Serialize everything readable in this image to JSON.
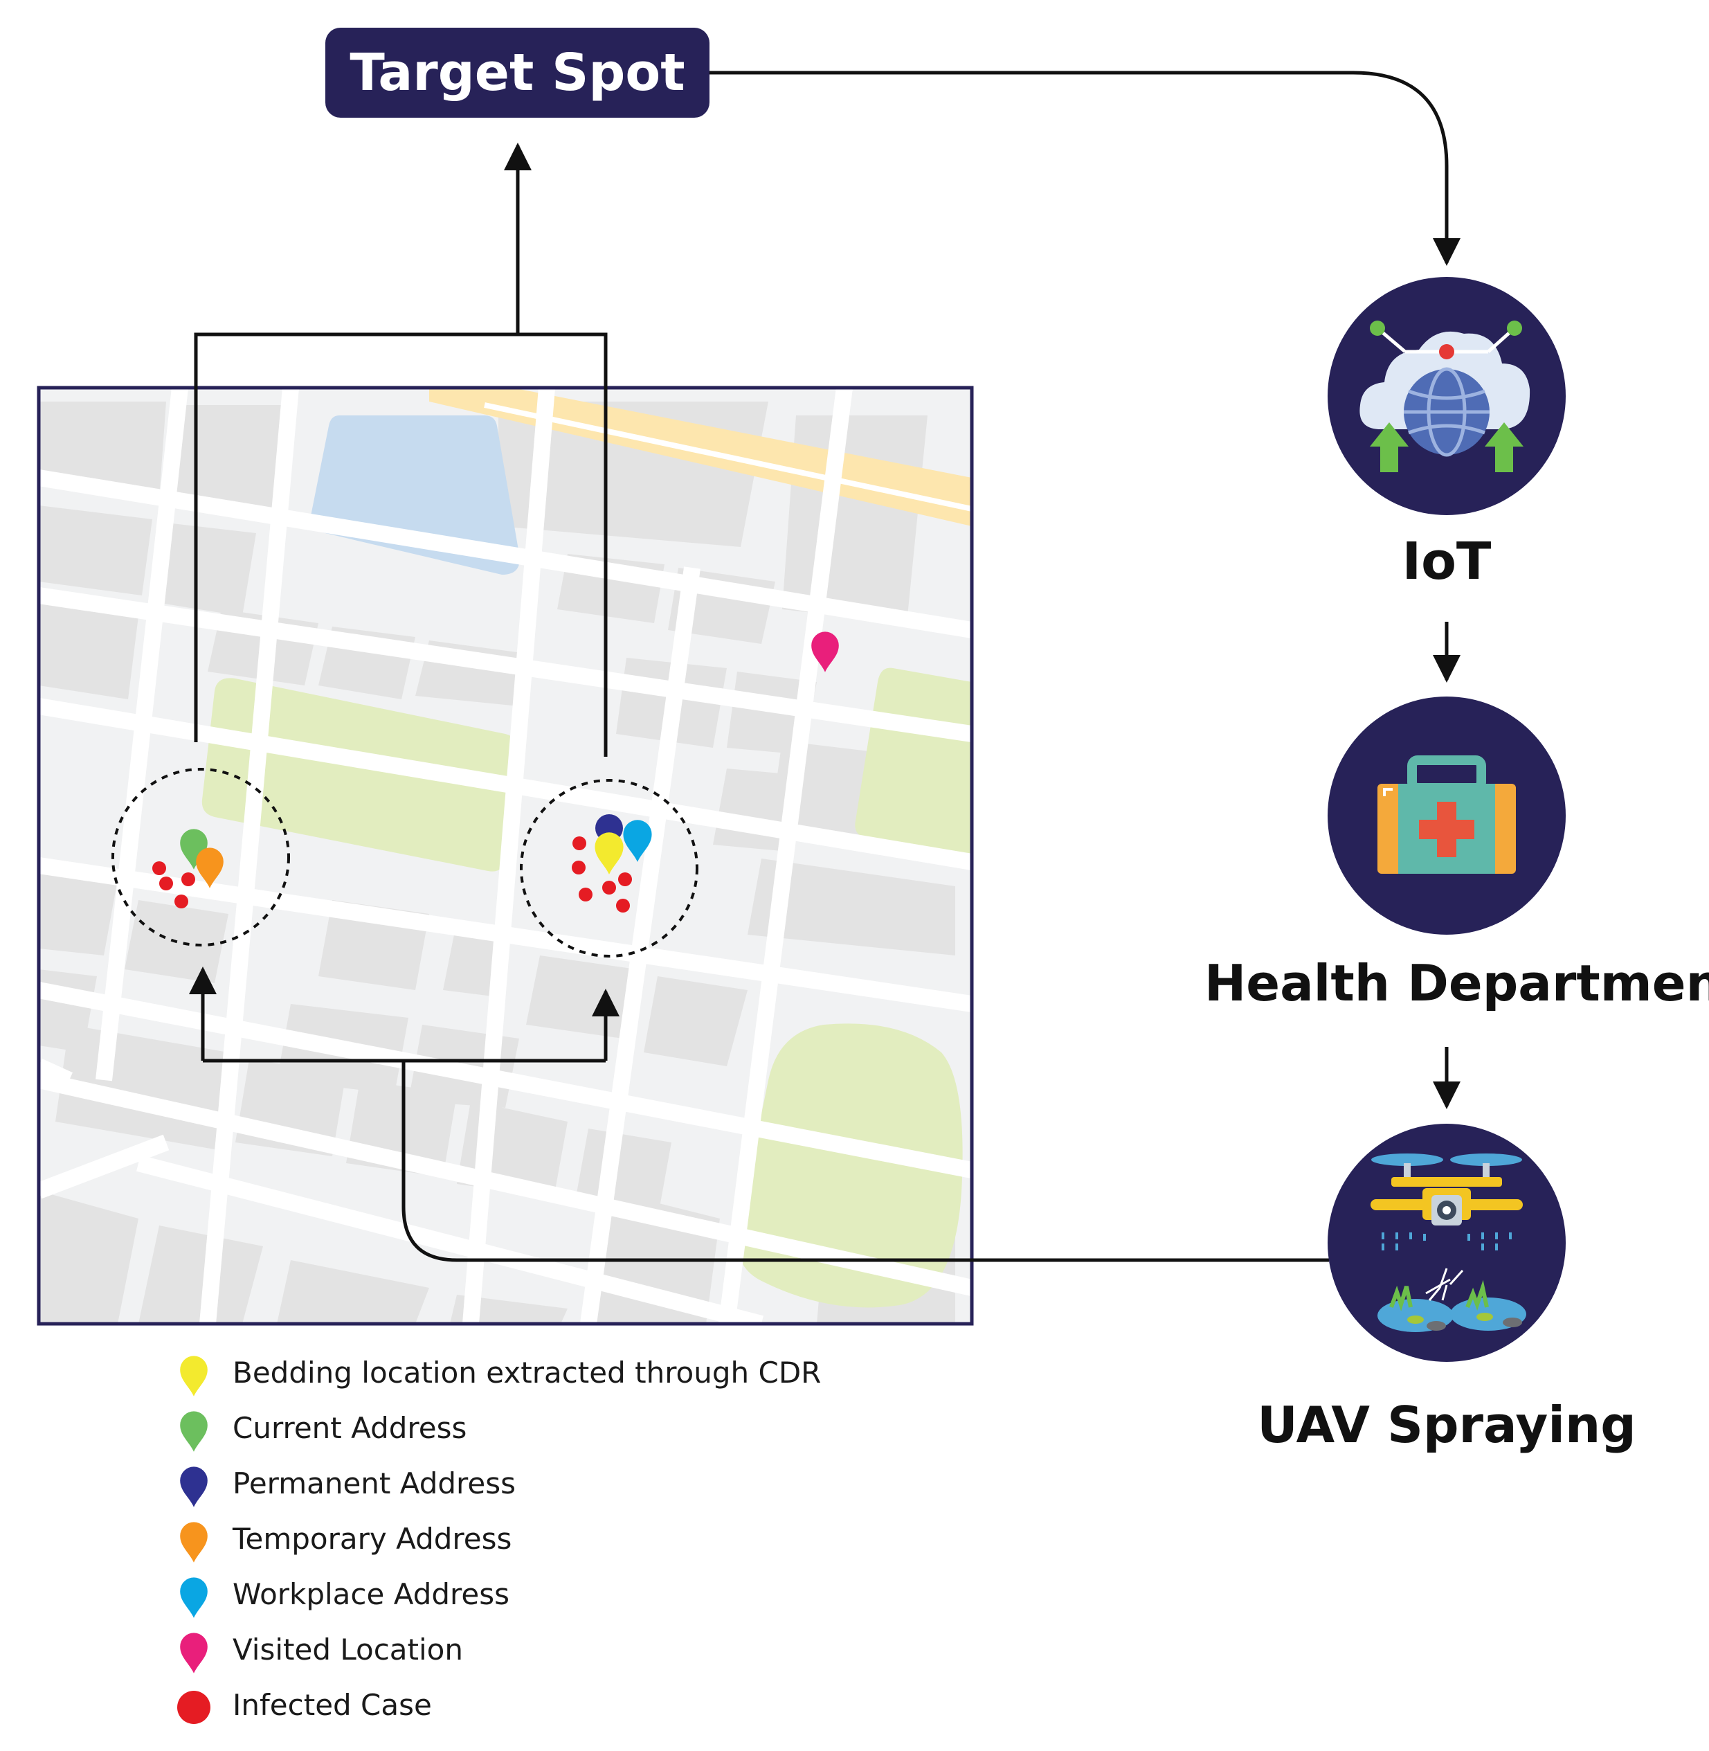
{
  "colors": {
    "navy": "#272258",
    "yellow": "#f3ea2e",
    "green": "#6cbf5e",
    "blue": "#2e3191",
    "orange": "#f7941d",
    "cyan": "#0aa6e3",
    "pink": "#e91f7b",
    "red": "#e51c23",
    "park": "#e2edbf",
    "water": "#c6dbef",
    "road_major": "#fde6ae",
    "block": "#e3e3e3"
  },
  "target_spot": {
    "label": "Target Spot"
  },
  "steps": [
    {
      "label": "IoT",
      "icon": "iot-cloud-globe-icon"
    },
    {
      "label": "Health Department",
      "icon": "first-aid-kit-icon"
    },
    {
      "label": "UAV Spraying",
      "icon": "drone-spraying-icon"
    }
  ],
  "legend": [
    {
      "label": "Bedding location extracted through CDR",
      "color": "#f3ea2e",
      "icon": "map-pin-icon"
    },
    {
      "label": "Current Address",
      "color": "#6cbf5e",
      "icon": "map-pin-icon"
    },
    {
      "label": "Permanent Address",
      "color": "#2e3191",
      "icon": "map-pin-icon"
    },
    {
      "label": "Temporary Address",
      "color": "#f7941d",
      "icon": "map-pin-icon"
    },
    {
      "label": "Workplace Address",
      "color": "#0aa6e3",
      "icon": "map-pin-icon"
    },
    {
      "label": "Visited Location",
      "color": "#e91f7b",
      "icon": "map-pin-icon"
    },
    {
      "label": "Infected Case",
      "color": "#e51c23",
      "icon": "dot-icon"
    }
  ]
}
